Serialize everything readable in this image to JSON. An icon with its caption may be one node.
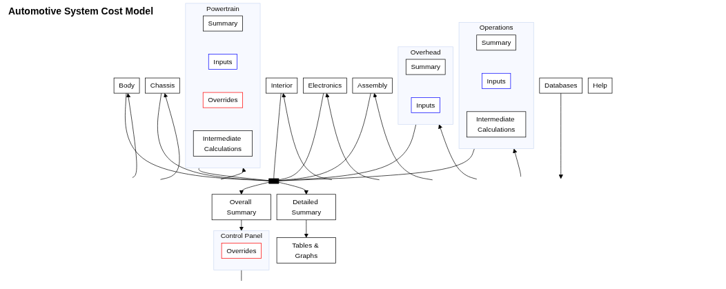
{
  "diagram": {
    "title": "Automotive System Cost Model",
    "nodes": [
      {
        "text": [
          "Overall Summary"
        ]
      },
      {
        "text": [
          "Control Panel"
        ]
      },
      {
        "text": [
          "Overrides"
        ],
        "in": 1
      },
      {
        "text": [
          "Detailed Summary"
        ]
      },
      {
        "text": [
          "Tables & Graphs"
        ]
      },
      {
        "text": [
          "Powertrain"
        ]
      },
      {
        "text": [
          "Summary"
        ],
        "in": 5
      },
      {
        "text": [
          "Inputs"
        ],
        "in": 5
      },
      {
        "text": [
          "Overrides"
        ],
        "in": 5
      },
      {
        "text": [
          "Intermediate Calculations"
        ],
        "in": 5
      },
      {
        "text": [
          "Body"
        ]
      },
      {
        "text": [
          "Chassis"
        ]
      },
      {
        "text": [
          "Interior"
        ]
      },
      {
        "text": [
          "Electronics"
        ]
      },
      {
        "text": [
          "Assembly"
        ]
      },
      {
        "text": [
          "Overhead"
        ]
      },
      {
        "text": [
          "Summary"
        ],
        "in": 15
      },
      {
        "text": [
          "Inputs"
        ],
        "in": 15
      },
      {
        "text": [
          "Operations"
        ]
      },
      {
        "text": [
          "Summary"
        ],
        "in": 18
      },
      {
        "text": [
          "Inputs"
        ],
        "in": 18
      },
      {
        "text": [
          "Intermediate Calculations"
        ],
        "in": 18
      },
      {
        "text": [
          "Databases"
        ]
      },
      {
        "text": [
          "Help"
        ]
      },
      {
        "text": [],
        "shape": "bar"
      }
    ],
    "edges": [
      {
        "from": 0,
        "to": 1,
        "arrow": "to"
      },
      {
        "from": 3,
        "to": 4,
        "arrow": "to"
      },
      {
        "from": 5,
        "to": 24,
        "arrow": "none"
      },
      {
        "from": 10,
        "to": 24,
        "arrow": "none"
      },
      {
        "from": 11,
        "to": 24,
        "arrow": "none"
      },
      {
        "from": 12,
        "to": 24,
        "arrow": "none"
      },
      {
        "from": 13,
        "to": 24,
        "arrow": "none"
      },
      {
        "from": 14,
        "to": 24,
        "arrow": "none"
      },
      {
        "from": 15,
        "to": 24,
        "arrow": "none"
      },
      {
        "from": 18,
        "to": 24,
        "arrow": "none"
      },
      {
        "from": 24,
        "to": 0,
        "arrow": "to"
      },
      {
        "from": 24,
        "to": 3,
        "arrow": "to"
      },
      {
        "from": 1,
        "to": null,
        "arrow": "none"
      },
      {
        "from": null,
        "to": 5,
        "arrow": "to"
      },
      {
        "from": null,
        "to": 10,
        "arrow": "to"
      },
      {
        "from": null,
        "to": 11,
        "arrow": "to"
      },
      {
        "from": null,
        "to": 12,
        "arrow": "to"
      },
      {
        "from": null,
        "to": 13,
        "arrow": "to"
      },
      {
        "from": null,
        "to": 14,
        "arrow": "to"
      },
      {
        "from": null,
        "to": 15,
        "arrow": "to"
      },
      {
        "from": null,
        "to": 18,
        "arrow": "to"
      },
      {
        "from": 22,
        "to": null,
        "arrow": "to"
      }
    ]
  }
}
